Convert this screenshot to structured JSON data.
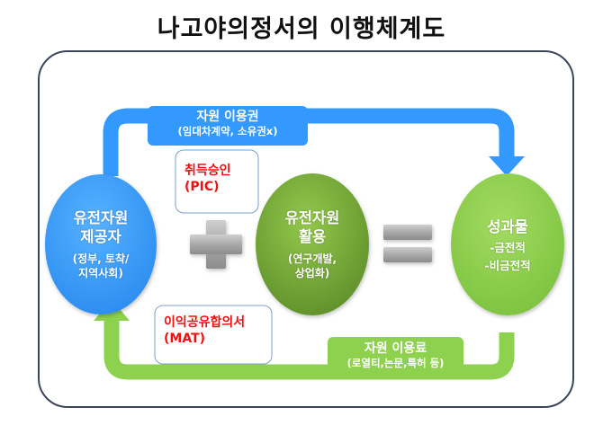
{
  "title": "나고야의정서의 이행체계도",
  "colors": {
    "blue": "#3399ff",
    "green_light": "#8ed14e",
    "green_dark": "#6fa033",
    "frame": "#3b4658",
    "note_text": "#ee1111",
    "operator_gray": "#a6a6a6"
  },
  "top_flow": {
    "label": "자원 이용권",
    "sublabel": "(임대차계약, 소유권x)"
  },
  "bottom_flow": {
    "label": "자원 이용료",
    "sublabel": "(로열티,논문,특허 등)"
  },
  "nodes": [
    {
      "title_line1": "유전자원",
      "title_line2": "제공자",
      "detail_line1": "(정부, 토착/",
      "detail_line2": "지역사회)"
    },
    {
      "title_line1": "유전자원",
      "title_line2": "활용",
      "detail_line1": "(연구개발,",
      "detail_line2": "상업화)"
    },
    {
      "title_line1": "성과물",
      "detail_line1": "-금전적",
      "detail_line2": "-비금전적"
    }
  ],
  "notes": {
    "pic": {
      "line1": "취득승인",
      "line2": "(PIC)"
    },
    "mat": {
      "line1": "이익공유합의서",
      "line2": "(MAT)"
    }
  },
  "operators": {
    "plus": "plus-icon",
    "equals": "equals-icon"
  }
}
